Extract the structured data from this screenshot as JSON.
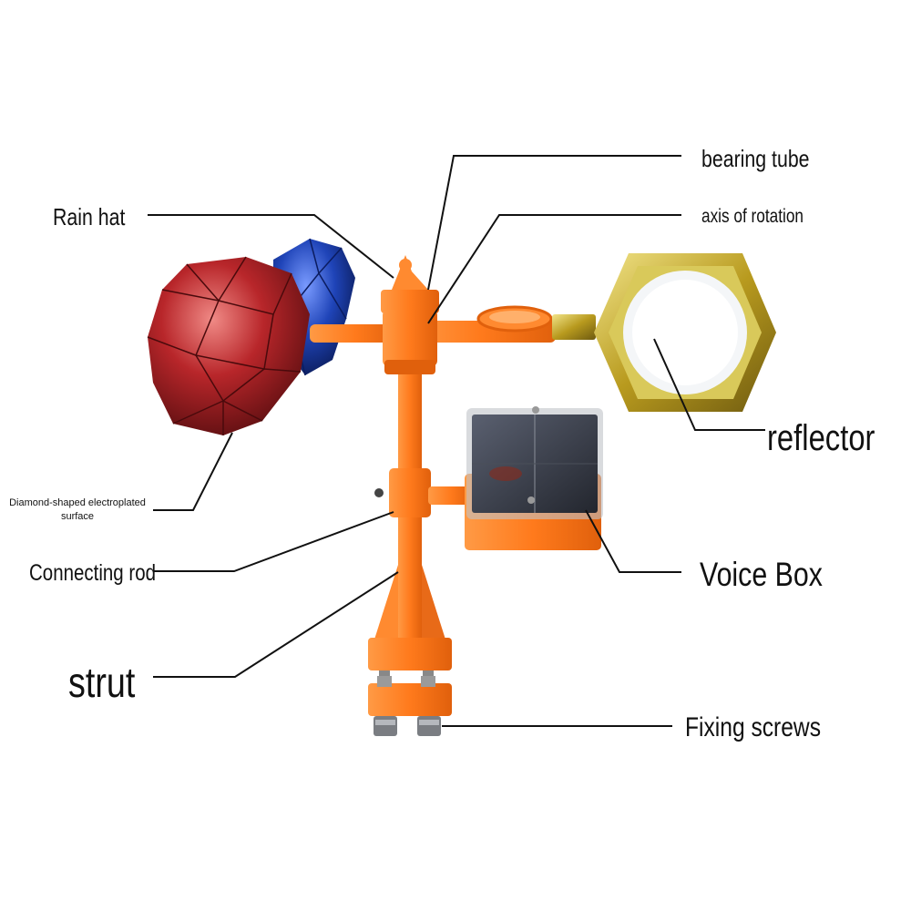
{
  "labels": {
    "bearing_tube": "bearing tube",
    "rain_hat": "Rain hat",
    "axis_of_rotation": "axis of rotation",
    "reflector": "reflector",
    "diamond_surface_line1": "Diamond-shaped electroplated",
    "diamond_surface_line2": "surface",
    "connecting_rod": "Connecting rod",
    "voice_box": "Voice Box",
    "strut": "strut",
    "fixing_screws": "Fixing screws"
  },
  "colors": {
    "body_orange": "#ff7a1c",
    "body_orange_dark": "#e0600c",
    "diamond_red": "#b8262a",
    "diamond_blue": "#1f44b8",
    "reflector_gold": "#c9b43a",
    "solar_panel": "#3a3f4a",
    "leader_line": "#111111"
  }
}
